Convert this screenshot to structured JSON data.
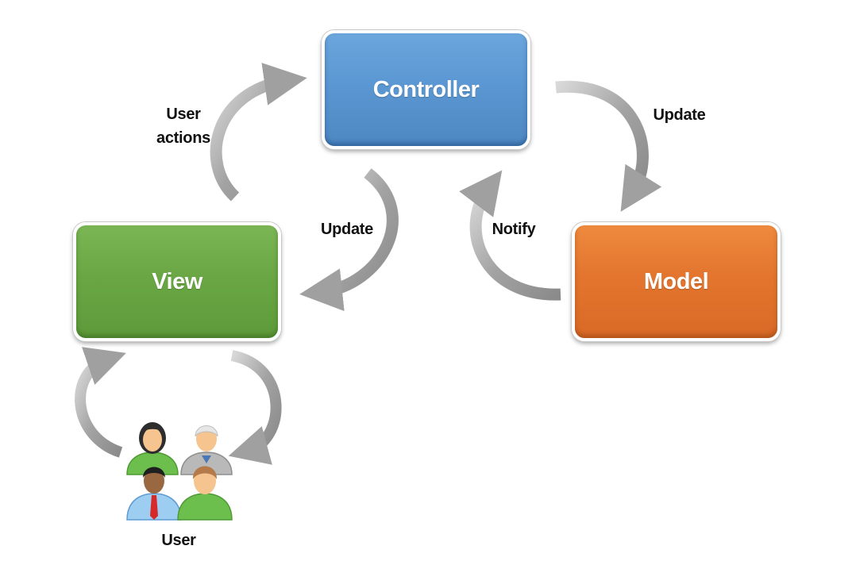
{
  "diagram": {
    "boxes": {
      "controller": "Controller",
      "view": "View",
      "model": "Model"
    },
    "labels": {
      "user_actions_line1": "User",
      "user_actions_line2": "actions",
      "update_right": "Update",
      "update_center": "Update",
      "notify": "Notify",
      "user": "User"
    },
    "colors": {
      "controller": "#5b97d2",
      "view": "#6aa744",
      "model": "#e3752e",
      "arrow": "#9a9a9a"
    },
    "icons": {
      "arrows": "curved-arrow-icon",
      "users": "user-group-icon"
    }
  }
}
